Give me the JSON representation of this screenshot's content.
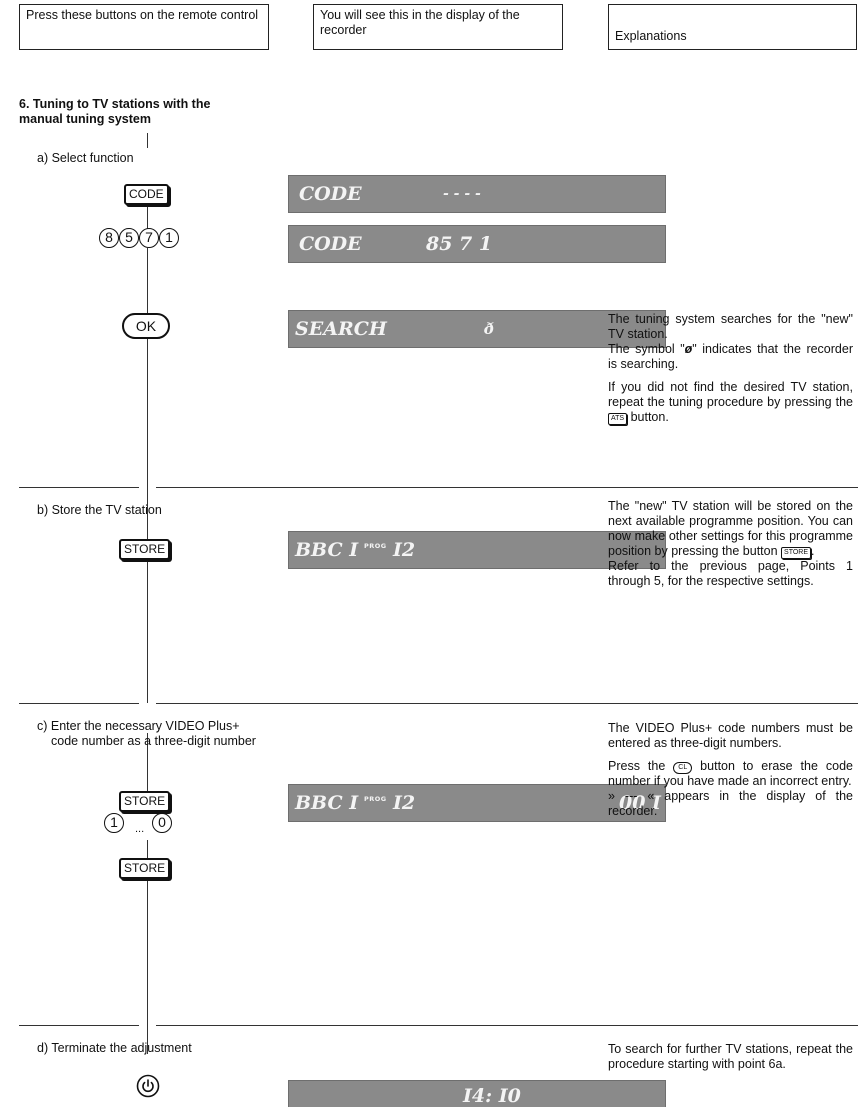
{
  "header": {
    "col1": "Press these buttons on the remote control",
    "col2": "You will see this in the display of the recorder",
    "col3": "Explanations"
  },
  "section_title": "6. Tuning to TV stations with the manual tuning system",
  "steps": {
    "a": {
      "label": "a) Select function",
      "code_key": "CODE",
      "digits": [
        "8",
        "5",
        "7",
        "1"
      ],
      "ok_key": "OK",
      "lcd1_left": "CODE",
      "lcd1_right": "- - - -",
      "lcd2_left": "CODE",
      "lcd2_right": "85 7 1",
      "lcd3_left": "SEARCH",
      "lcd3_symbol": "ð",
      "expl_p1": "The tuning system searches for the \"new\" TV station.",
      "expl_p2_pre": "The symbol \"",
      "expl_p2_sym": "ø",
      "expl_p2_post": "\" indicates that the recorder is searching.",
      "expl_p3_pre": "If you did not find the desired TV station, repeat the tuning procedure by pressing the ",
      "expl_p3_key": "ATS",
      "expl_p3_post": " button."
    },
    "b": {
      "label": "b) Store the TV station",
      "store_key": "STORE",
      "lcd_left": "BBC I",
      "lcd_prog": "PROG",
      "lcd_num": "I2",
      "expl_pre": "The \"new\" TV station will be stored on the next available programme position. You can now make other settings for this programme position by pressing the button ",
      "expl_key": "STORE",
      "expl_post": ".",
      "expl_p2": "Refer to the previous page, Points 1 through 5, for the respective settings."
    },
    "c": {
      "label": "c) Enter the necessary VIDEO Plus+ code number as a three-digit number",
      "store_key": "STORE",
      "digit_from": "1",
      "dots": "...",
      "digit_to": "0",
      "lcd_left": "BBC I",
      "lcd_prog": "PROG",
      "lcd_num": "I2",
      "lcd_code": "00 I",
      "expl_p1": "The VIDEO Plus+ code numbers must be entered as three-digit numbers.",
      "expl_p2_pre": "Press the ",
      "expl_p2_key": "CL",
      "expl_p2_post": " button to erase the code number if you have made an incorrect entry.",
      "expl_p3": "» --- « appears in the display of the recorder."
    },
    "d": {
      "label": "d) Terminate the adjustment",
      "power_icon": "power-icon",
      "lcd_time": "I4: I0",
      "expl": "To search for further TV stations, repeat the procedure starting with point 6a."
    }
  }
}
